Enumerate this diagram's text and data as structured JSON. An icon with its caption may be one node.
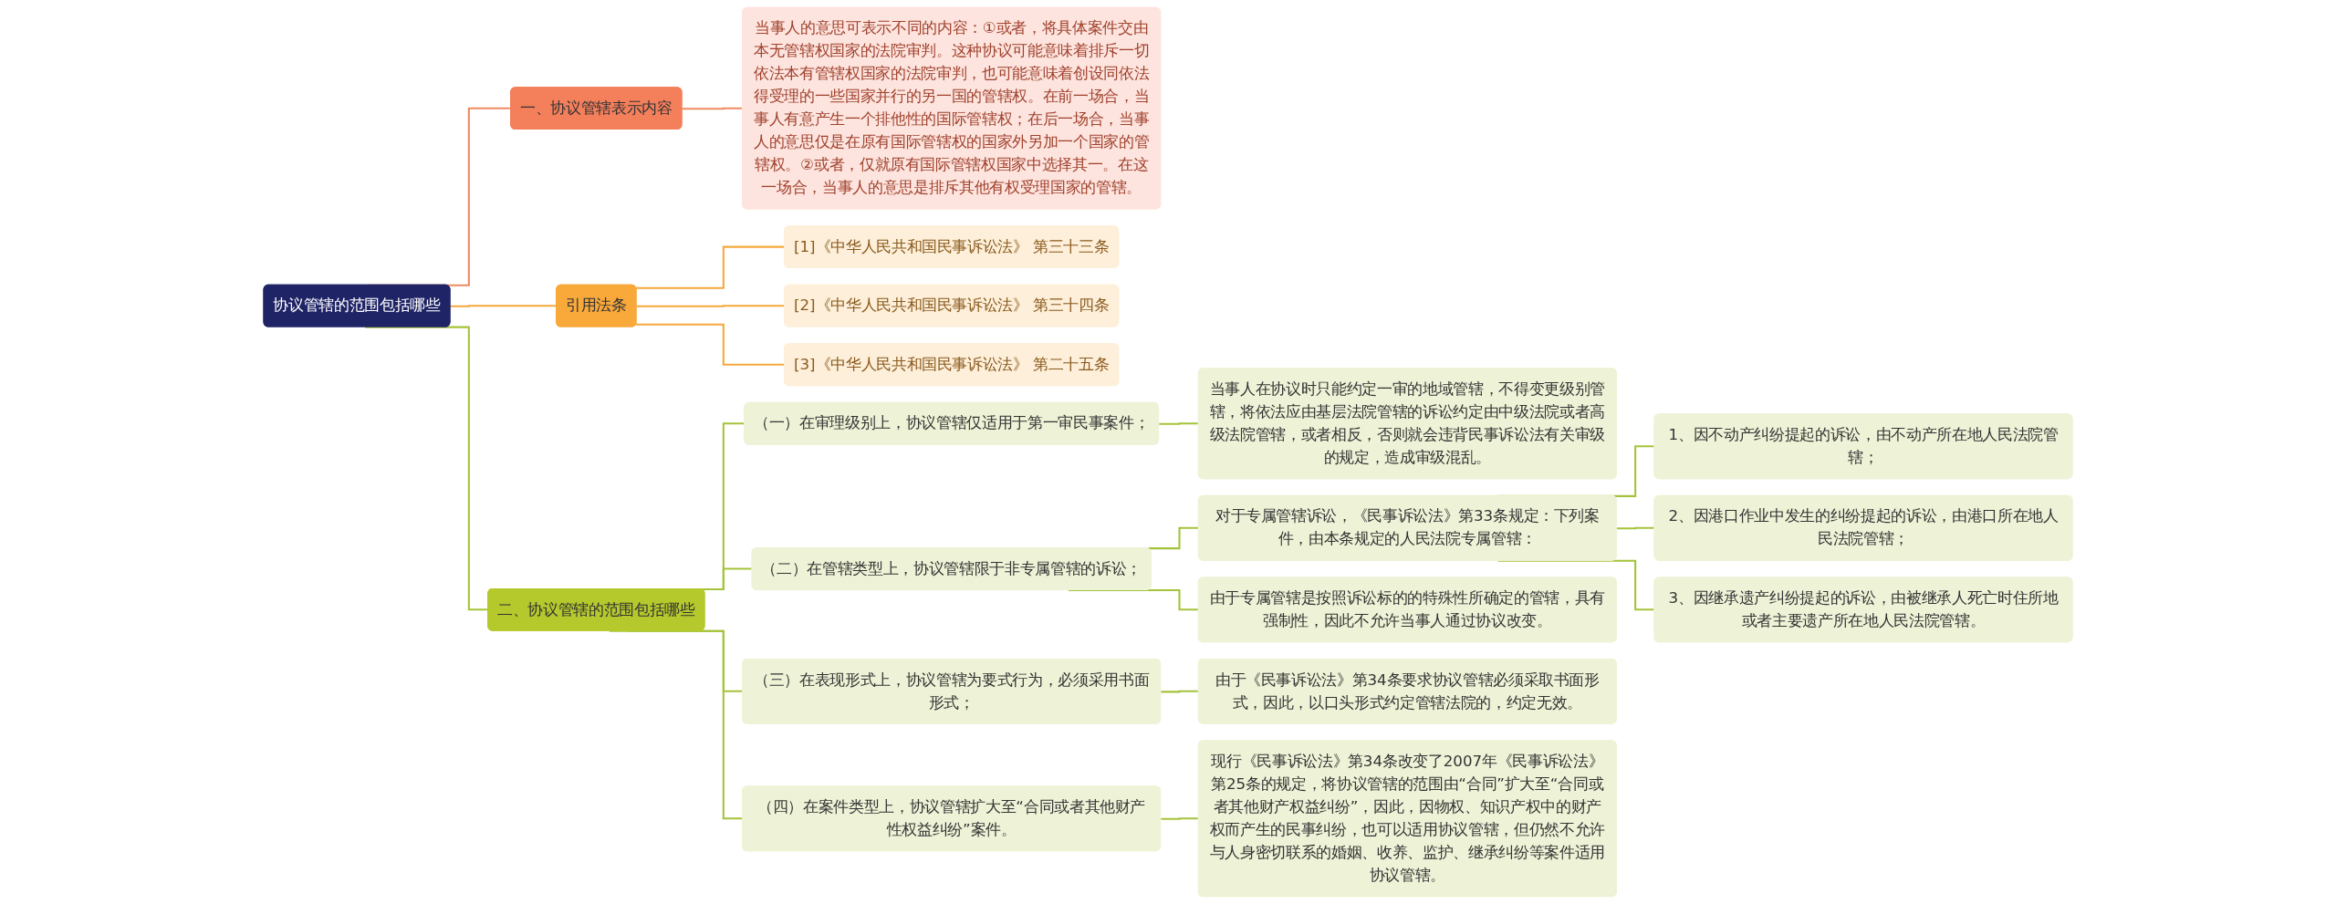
{
  "diagram": {
    "nodes": [
      {
        "text": [
          "协议管辖的范围包括哪些"
        ]
      },
      {
        "text": [
          "一、协议管辖表示内容"
        ]
      },
      {
        "text": [
          "当事人的意思可表示不同的内容：①或者，将具体案件交由本无管辖权国家的法院审判。这种协议可能意味着排斥一切依法本有管辖权国家的法院审判，也可能意味着创设同依法得受理的一些国家并行的另一国的管辖权。在前一场合，当事人有意产生一个排他性的国际管辖权；在后一场合，当事人的意思仅是在原有国际管辖权的国家外另加一个国家的管辖权。②或者，仅就原有国际管辖权国家中选择其一。在这一场合，当事人的意思是排斥其他有权受理国家的管辖。"
        ]
      },
      {
        "text": [
          "引用法条"
        ]
      },
      {
        "text": [
          "[1]《中华人民共和国民事诉讼法》 第三十三条"
        ]
      },
      {
        "text": [
          "[2]《中华人民共和国民事诉讼法》 第三十四条"
        ]
      },
      {
        "text": [
          "[3]《中华人民共和国民事诉讼法》 第二十五条"
        ]
      },
      {
        "text": [
          "二、协议管辖的范围包括哪些"
        ]
      },
      {
        "text": [
          "（一）在审理级别上，协议管辖仅适用于第一审民事案件；"
        ]
      },
      {
        "text": [
          "当事人在协议时只能约定一审的地域管辖，不得变更级别管辖，将依法应由基层法院管辖的诉讼约定由中级法院或者高级法院管辖，或者相反，否则就会违背民事诉讼法有关审级的规定，造成审级混乱。"
        ]
      },
      {
        "text": [
          "（二）在管辖类型上，协议管辖限于非专属管辖的诉讼；"
        ]
      },
      {
        "text": [
          "对于专属管辖诉讼，《民事诉讼法》第33条规定：下列案件，由本条规定的人民法院专属管辖："
        ]
      },
      {
        "text": [
          "1、因不动产纠纷提起的诉讼，由不动产所在地人民法院管辖；"
        ]
      },
      {
        "text": [
          "2、因港口作业中发生的纠纷提起的诉讼，由港口所在地人民法院管辖；"
        ]
      },
      {
        "text": [
          "3、因继承遗产纠纷提起的诉讼，由被继承人死亡时住所地或者主要遗产所在地人民法院管辖。"
        ]
      },
      {
        "text": [
          "由于专属管辖是按照诉讼标的的特殊性所确定的管辖，具有强制性，因此不允许当事人通过协议改变。"
        ]
      },
      {
        "text": [
          "（三）在表现形式上，协议管辖为要式行为，必须采用书面形式；"
        ]
      },
      {
        "text": [
          "由于《民事诉讼法》第34条要求协议管辖必须采取书面形式，因此，以口头形式约定管辖法院的，约定无效。"
        ]
      },
      {
        "text": [
          "（四）在案件类型上，协议管辖扩大至“合同或者其他财产性权益纠纷”案件。"
        ]
      },
      {
        "text": [
          "现行《民事诉讼法》第34条改变了2007年《民事诉讼法》第25条的规定，将协议管辖的范围由“合同”扩大至“合同或者其他财产权益纠纷”，因此，因物权、知识产权中的财产权而产生的民事纠纷，也可以适用协议管辖，但仍然不允许与人身密切联系的婚姻、收养、监护、继承纠纷等案件适用协议管辖。"
        ]
      }
    ],
    "edges": [
      {
        "from": 0,
        "to": 1,
        "arrow": "none",
        "color": "#ef8a62"
      },
      {
        "from": 1,
        "to": 2,
        "arrow": "none",
        "color": "#ef8a62"
      },
      {
        "from": 0,
        "to": 3,
        "arrow": "none",
        "color": "#f5a93b"
      },
      {
        "from": 3,
        "to": 4,
        "arrow": "none",
        "color": "#f5a93b"
      },
      {
        "from": 3,
        "to": 5,
        "arrow": "none",
        "color": "#f5a93b"
      },
      {
        "from": 3,
        "to": 6,
        "arrow": "none",
        "color": "#f5a93b"
      },
      {
        "from": 0,
        "to": 7,
        "arrow": "none"
      },
      {
        "from": 7,
        "to": 8,
        "arrow": "none"
      },
      {
        "from": 8,
        "to": 9,
        "arrow": "none"
      },
      {
        "from": 7,
        "to": 10,
        "arrow": "none"
      },
      {
        "from": 10,
        "to": 11,
        "arrow": "none"
      },
      {
        "from": 11,
        "to": 12,
        "arrow": "none"
      },
      {
        "from": 11,
        "to": 13,
        "arrow": "none"
      },
      {
        "from": 11,
        "to": 14,
        "arrow": "none"
      },
      {
        "from": 10,
        "to": 15,
        "arrow": "none"
      },
      {
        "from": 7,
        "to": 16,
        "arrow": "none"
      },
      {
        "from": 16,
        "to": 17,
        "arrow": "none"
      },
      {
        "from": 7,
        "to": 18,
        "arrow": "none"
      },
      {
        "from": 18,
        "to": 19,
        "arrow": "none"
      }
    ]
  }
}
